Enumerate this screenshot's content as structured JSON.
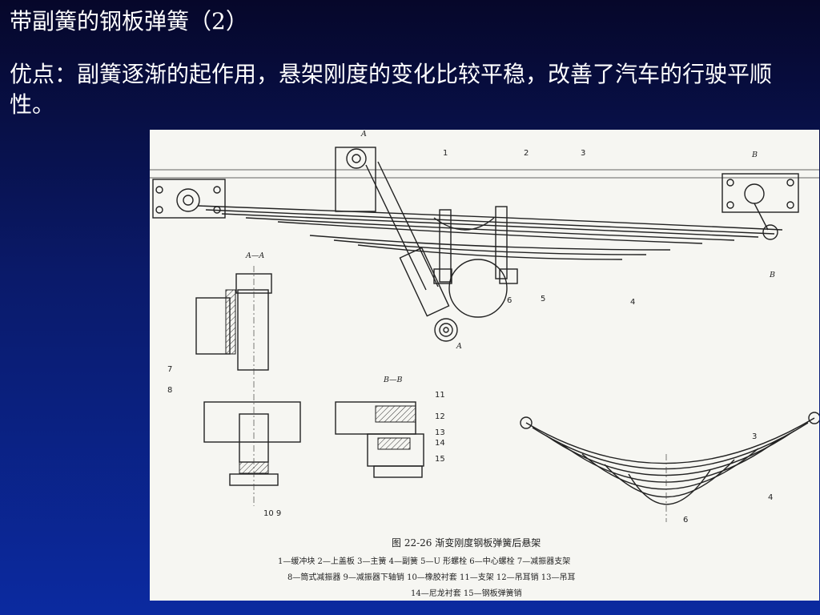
{
  "slide": {
    "title": "带副簧的钢板弹簧（2）",
    "body": "优点：副簧逐渐的起作用，悬架刚度的变化比较平稳，改善了汽车的行驶平顺性。"
  },
  "figure": {
    "caption_title": "图 22-26    渐变刚度钢板弹簧后悬架",
    "legend_line1": "1—缓冲块   2—上盖板   3—主簧   4—副簧   5—U 形螺栓   6—中心螺栓   7—减振器支架",
    "legend_line2": "8—筒式减振器   9—减振器下轴销   10—橡胶衬套   11—支架   12—吊耳销   13—吊耳",
    "legend_line3": "14—尼龙衬套   15—钢板弹簧销",
    "section_aa": "A—A",
    "section_bb": "B—B",
    "mark_a": "A",
    "mark_b": "B",
    "part_labels": {
      "p1": "1",
      "p2": "2",
      "p3": "3",
      "p4": "4",
      "p5": "5",
      "p6": "6",
      "p7": "7",
      "p8": "8",
      "p10_9": "10 9",
      "p11": "11",
      "p12": "12",
      "p13": "13",
      "p14": "14",
      "p15": "15",
      "p3b": "3",
      "p4b": "4",
      "p6b": "6"
    }
  }
}
